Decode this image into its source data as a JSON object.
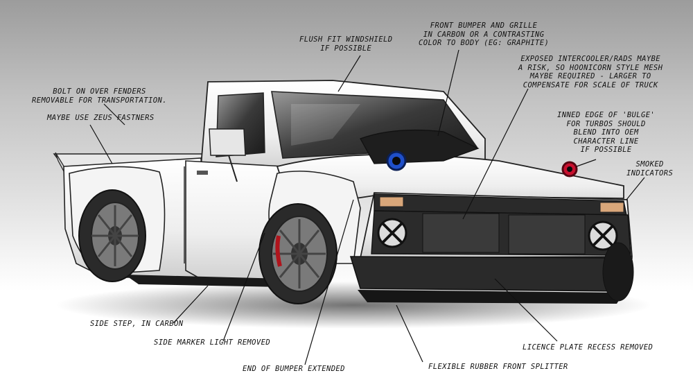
{
  "annotations": {
    "windshield": [
      "FLUSH FIT WINDSHIELD",
      "IF POSSIBLE"
    ],
    "front_bumper": [
      "FRONT BUMPER AND GRILLE",
      "IN CARBON OR A CONTRASTING",
      "COLOR TO BODY (EG: GRAPHITE)"
    ],
    "intercooler": [
      "EXPOSED INTERCOOLER/RADS MAYBE",
      "A RISK, SO HOONICORN STYLE MESH",
      "MAYBE REQUIRED - LARGER TO",
      "COMPENSATE FOR SCALE OF TRUCK"
    ],
    "bulge": [
      "INNED EDGE OF 'BULGE'",
      "FOR TURBOS SHOULD",
      "BLEND INTO OEM",
      "CHARACTER LINE",
      "IF POSSIBLE"
    ],
    "indicators": [
      "SMOKED",
      "INDICATORS"
    ],
    "fenders": [
      "BOLT ON OVER FENDERS",
      "REMOVABLE FOR TRANSPORTATION."
    ],
    "fastners": [
      "MAYBE USE ZEUS FASTNERS"
    ],
    "side_step": [
      "SIDE STEP, IN CARBON"
    ],
    "side_marker": [
      "SIDE MARKER LIGHT REMOVED"
    ],
    "bumper_end": [
      "END OF BUMPER EXTENDED"
    ],
    "splitter": [
      "FLEXIBLE RUBBER FRONT SPLITTER"
    ],
    "licence": [
      "LICENCE PLATE RECESS REMOVED"
    ]
  },
  "colors": {
    "body": "#f2f2f2",
    "trim": "#2a2a2a",
    "turbo_blue": "#1f4fc9",
    "indicator_red": "#c8102e"
  }
}
